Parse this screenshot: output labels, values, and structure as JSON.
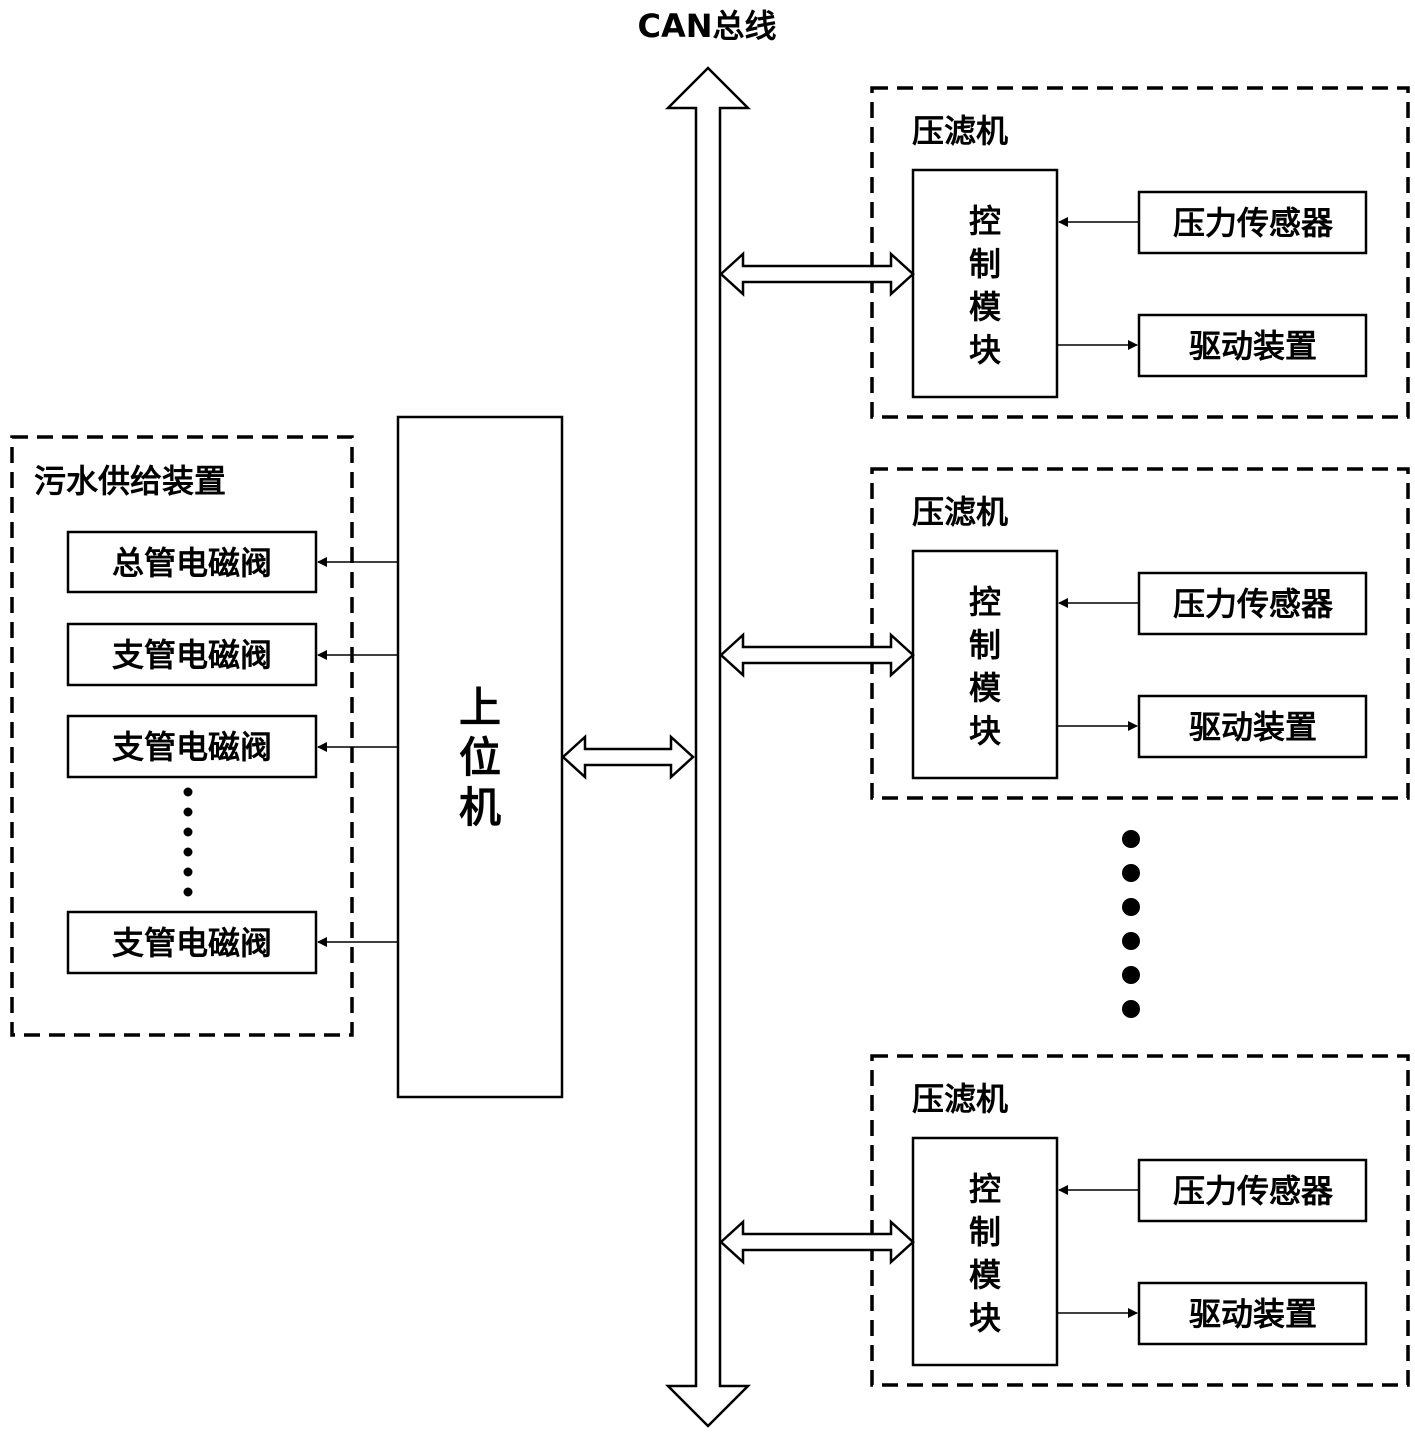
{
  "bus": {
    "label": "CAN总线"
  },
  "host": {
    "label": "上位机",
    "chars": [
      "上",
      "位",
      "机"
    ]
  },
  "supply": {
    "title": "污水供给装置",
    "valves": [
      "总管电磁阀",
      "支管电磁阀",
      "支管电磁阀",
      "支管电磁阀"
    ]
  },
  "press_filters": [
    {
      "title": "压滤机",
      "control_chars": [
        "控",
        "制",
        "模",
        "块"
      ],
      "sensor": "压力传感器",
      "driver": "驱动装置"
    },
    {
      "title": "压滤机",
      "control_chars": [
        "控",
        "制",
        "模",
        "块"
      ],
      "sensor": "压力传感器",
      "driver": "驱动装置"
    },
    {
      "title": "压滤机",
      "control_chars": [
        "控",
        "制",
        "模",
        "块"
      ],
      "sensor": "压力传感器",
      "driver": "驱动装置"
    }
  ]
}
